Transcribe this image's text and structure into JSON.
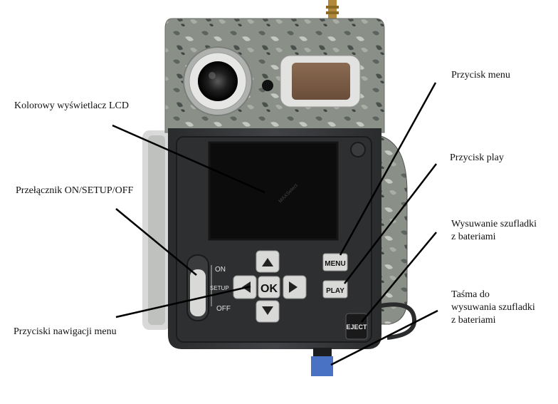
{
  "labels": {
    "lcd": "Kolorowy wyświetlacz LCD",
    "switch": "Przełącznik ON/SETUP/OFF",
    "nav": "Przyciski nawigacji menu",
    "menu": "Przycisk menu",
    "play": "Przycisk play",
    "drawer_line1": "Wysuwanie szufladki",
    "drawer_line2": "z bateriami",
    "strap_line1": "Taśma do",
    "strap_line2": "wysuwania szufladki",
    "strap_line3": "z bateriami"
  },
  "camera": {
    "screen_watermark": "MAXSelect",
    "switch_on": "ON",
    "switch_setup": "SETUP",
    "switch_off": "OFF",
    "ok_label": "OK",
    "menu_label": "MENU",
    "play_label": "PLAY",
    "eject_label": "EJECT"
  },
  "colors": {
    "strap": "#4a72c4",
    "body": "#3a3b3d",
    "panel": "#2b2c2e",
    "camo_base": "#8a9088"
  }
}
